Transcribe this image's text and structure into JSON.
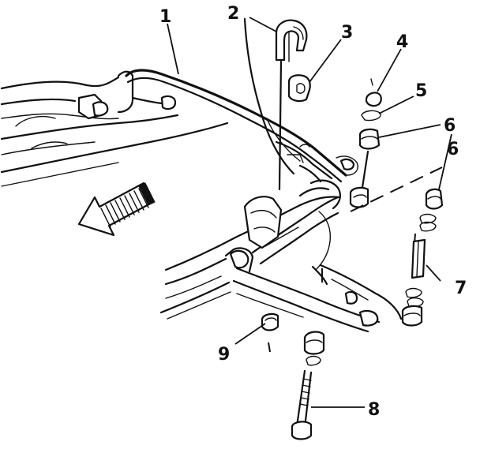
{
  "diagram": {
    "callouts": [
      {
        "id": "1",
        "label": "1"
      },
      {
        "id": "2",
        "label": "2"
      },
      {
        "id": "3",
        "label": "3"
      },
      {
        "id": "4",
        "label": "4"
      },
      {
        "id": "5",
        "label": "5"
      },
      {
        "id": "6a",
        "label": "6"
      },
      {
        "id": "6b",
        "label": "6"
      },
      {
        "id": "7",
        "label": "7"
      },
      {
        "id": "8",
        "label": "8"
      },
      {
        "id": "9",
        "label": "9"
      }
    ],
    "icons": {
      "direction_arrow": "front-direction-arrow-icon"
    },
    "colors": {
      "ink": "#111111",
      "paper": "#ffffff"
    }
  }
}
